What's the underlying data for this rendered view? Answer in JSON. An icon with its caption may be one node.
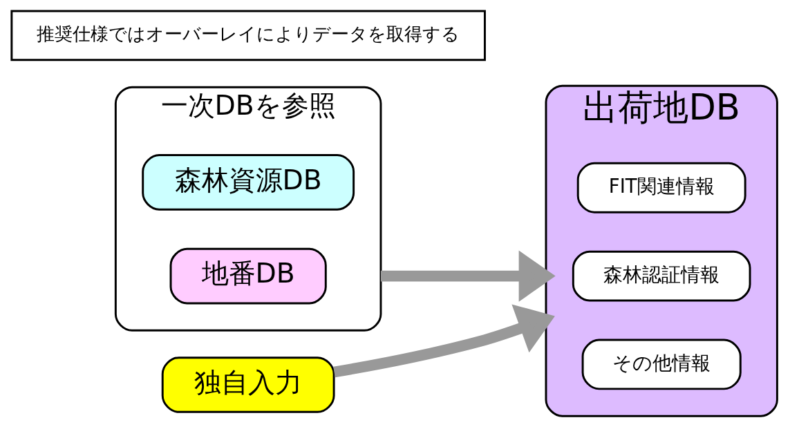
{
  "diagram": {
    "nodes": [
      {
        "text": [
          "独自入力"
        ]
      },
      {
        "text": [
          "一次DBを参照"
        ]
      },
      {
        "text": [
          "森林資源DB"
        ],
        "in": 1
      },
      {
        "text": [
          "地番DB"
        ],
        "in": 1
      },
      {
        "text": [
          "推奨仕様ではオーバーレイによりデータを取得する"
        ]
      },
      {
        "text": [
          "出荷地DB"
        ]
      },
      {
        "text": [
          "FIT関連情報"
        ],
        "in": 5
      },
      {
        "text": [
          "森林認証情報"
        ],
        "in": 5
      },
      {
        "text": [
          "その他情報"
        ],
        "in": 5
      }
    ],
    "edges": [
      {
        "from": 0,
        "to": 5,
        "arrow": "to"
      },
      {
        "from": 1,
        "to": 5,
        "arrow": "to"
      }
    ]
  }
}
